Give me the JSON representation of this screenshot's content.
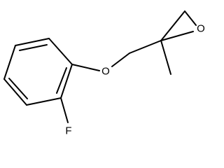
{
  "molecule": {
    "atoms": {
      "oxygen_ether": "O",
      "oxygen_epoxide": "O",
      "fluorine": "F"
    }
  }
}
